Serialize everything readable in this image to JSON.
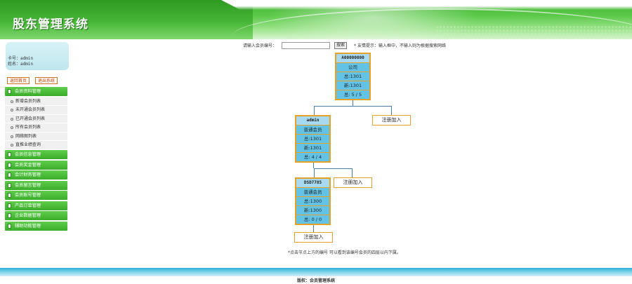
{
  "header": {
    "title": "股东管理系统"
  },
  "user": {
    "card_no": "卡号：admin",
    "name": "姓名：admin"
  },
  "nav_buttons": {
    "home": "返回首页",
    "logout": "退出系统"
  },
  "menu": {
    "member": {
      "label": "会员资料管理",
      "items": [
        "新增会员列表",
        "未开通会员列表",
        "已开通会员列表",
        "所有会员列表",
        "网络图列表",
        "直推业绩查询"
      ]
    },
    "others": [
      "会员信息管理",
      "会员奖金管理",
      "会计财务管理",
      "会员留言管理",
      "会员账号管理",
      "产品订单管理",
      "企业数据管理",
      "辅助功能管理"
    ]
  },
  "search": {
    "label": "请输入会员编号：",
    "value": "",
    "button": "搜索",
    "hint": "* 友情提示：输入框中，不输入则为根据搜索网络"
  },
  "tree": {
    "nodes": [
      {
        "id": "A00000000",
        "type": "公司",
        "total": "总:1301",
        "new": "新:1301",
        "ratio": "总: 5 / 5"
      },
      {
        "id": "admin",
        "type": "普通会员",
        "total": "总:1301",
        "new": "新:1301",
        "ratio": "总: 4 / 4"
      },
      {
        "id": "DSD7785",
        "type": "普通会员",
        "total": "总:1300",
        "new": "新:1300",
        "ratio": "总: 0 / 0"
      }
    ],
    "register_label": "注册加入"
  },
  "note": "*点击节点上方的编号 可以看到该编号会员的四层以内下属。",
  "footer": {
    "copyright": "版权：会员管理系统"
  },
  "colors": {
    "header_green": "#3fae2f",
    "menu_green": "#3aad2a",
    "node_border": "#e5a227",
    "node_cell": "#62c3e6",
    "footer_blue": "#2eb0d6"
  }
}
